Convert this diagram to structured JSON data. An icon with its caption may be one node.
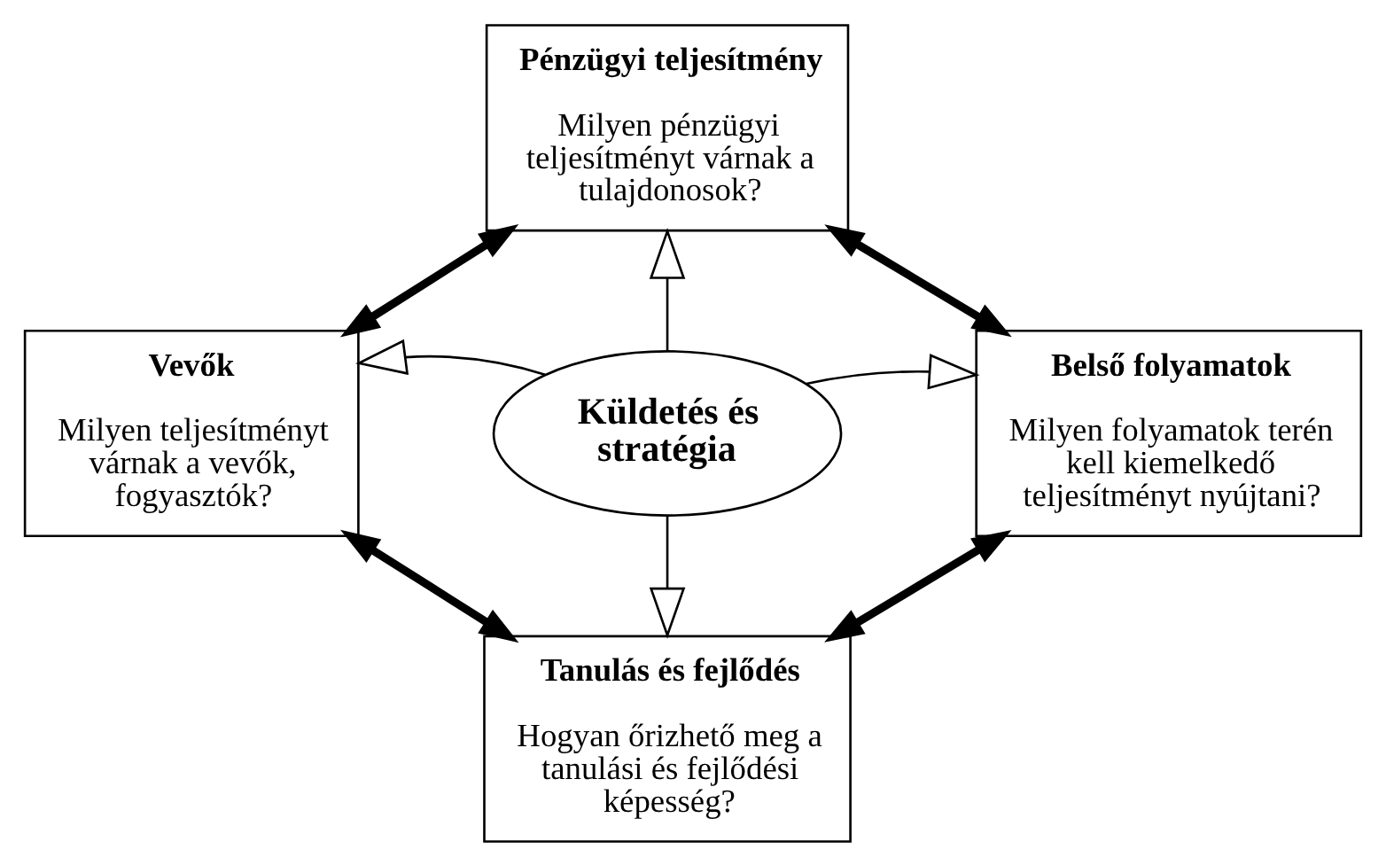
{
  "diagram": {
    "nodes": [
      {
        "text": [
          "Pénzügyi teljesítmény",
          "Milyen pénzügyi teljesítményt várnak a tulajdonosok?"
        ]
      },
      {
        "text": [
          "Vevők",
          "Milyen teljesítményt várnak a vevők, fogyasztók?"
        ]
      },
      {
        "text": [
          "Küldetés és stratégia"
        ]
      },
      {
        "text": [
          "Belső folyamatok",
          "Milyen folyamatok terén kell kiemelkedő teljesítményt nyújtani?"
        ]
      },
      {
        "text": [
          "Tanulás és fejlődés",
          "Hogyan őrizhető meg a tanulási és fejlődési képesség?"
        ]
      }
    ],
    "edges": [
      {
        "from": 2,
        "to": 0,
        "arrow": "to"
      },
      {
        "from": 2,
        "to": 1,
        "arrow": "to"
      },
      {
        "from": 2,
        "to": 3,
        "arrow": "to"
      },
      {
        "from": 2,
        "to": 4,
        "arrow": "to"
      },
      {
        "from": 1,
        "to": 0,
        "arrow": "both",
        "style": "thick"
      },
      {
        "from": 0,
        "to": 3,
        "arrow": "both",
        "style": "thick"
      },
      {
        "from": 1,
        "to": 4,
        "arrow": "both",
        "style": "thick"
      },
      {
        "from": 4,
        "to": 3,
        "arrow": "both",
        "style": "thick"
      }
    ]
  }
}
